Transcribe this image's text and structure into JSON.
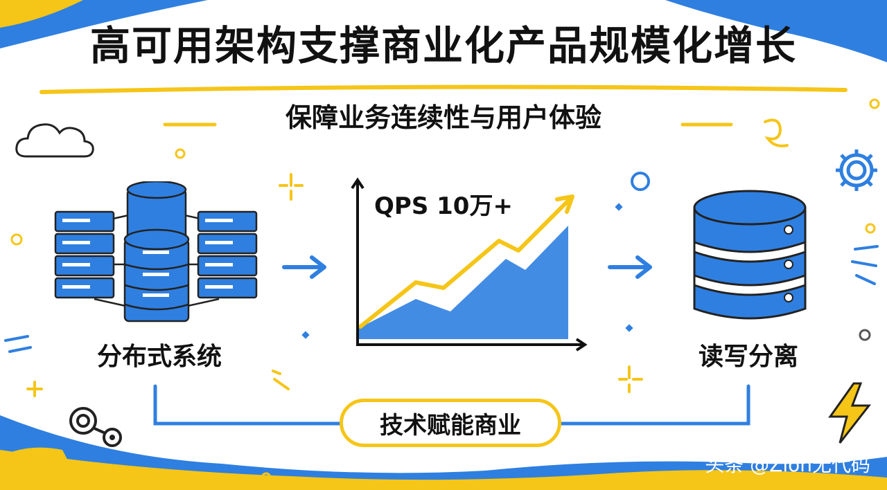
{
  "title": "高可用架构支撑商业化产品规模化增长",
  "subtitle": "保障业务连续性与用户体验",
  "nodes": {
    "left_label": "分布式系统",
    "right_label": "读写分离"
  },
  "chart": {
    "label": "QPS 10万+"
  },
  "bottom": {
    "pill_label": "技术赋能商业"
  },
  "watermark": "头条 @Zion无代码",
  "colors": {
    "blue": "#2f7fe0",
    "yellow": "#f5c518",
    "black": "#111111"
  }
}
